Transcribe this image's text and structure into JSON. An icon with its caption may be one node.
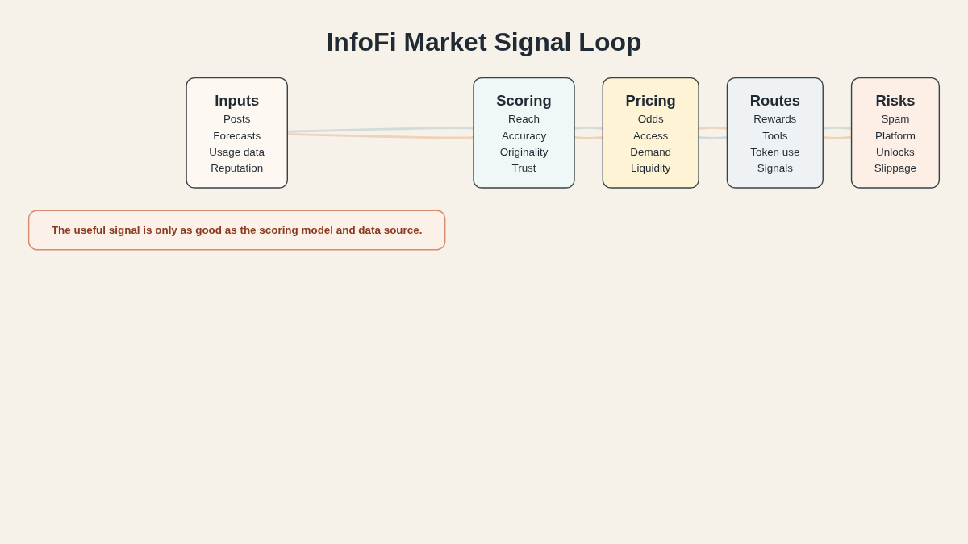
{
  "diagram": {
    "title": "InfoFi Market Signal Loop",
    "nodes": [
      {
        "text": [
          "Inputs",
          "Posts",
          "Forecasts",
          "Usage data",
          "Reputation"
        ]
      },
      {
        "text": [
          "Scoring",
          "Reach",
          "Accuracy",
          "Originality",
          "Trust"
        ]
      },
      {
        "text": [
          "Pricing",
          "Odds",
          "Access",
          "Demand",
          "Liquidity"
        ]
      },
      {
        "text": [
          "Routes",
          "Rewards",
          "Tools",
          "Token use",
          "Signals"
        ]
      },
      {
        "text": [
          "Risks",
          "Spam",
          "Platform",
          "Unlocks",
          "Slippage"
        ]
      },
      {
        "text": [
          "The useful signal is only as good as the scoring model and data source."
        ]
      }
    ],
    "edges": [
      {
        "from": 0,
        "to": 1,
        "arrow": "none",
        "color": "#d3dbd7"
      },
      {
        "from": 0,
        "to": 1,
        "arrow": "none",
        "color": "#efd3b8"
      },
      {
        "from": 1,
        "to": 2,
        "arrow": "none",
        "color": "#d3dbd7"
      },
      {
        "from": 1,
        "to": 2,
        "arrow": "none",
        "color": "#efd3b8"
      },
      {
        "from": 2,
        "to": 3,
        "arrow": "none",
        "color": "#efd3b8"
      },
      {
        "from": 2,
        "to": 3,
        "arrow": "none",
        "color": "#d3dbd7"
      },
      {
        "from": 3,
        "to": 4,
        "arrow": "none",
        "color": "#d3dbd7"
      },
      {
        "from": 3,
        "to": 4,
        "arrow": "none",
        "color": "#efd3b8"
      }
    ]
  }
}
